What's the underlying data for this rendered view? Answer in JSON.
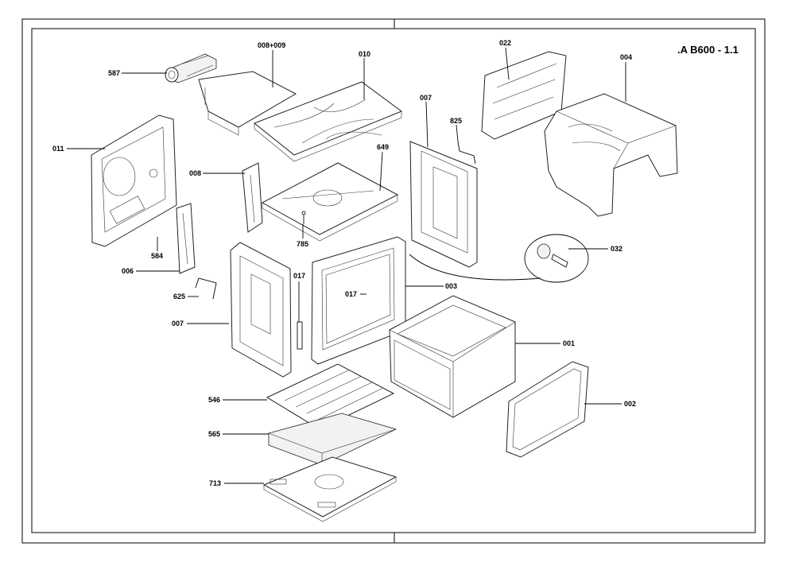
{
  "sheet_title": ".A B600 - 1.1",
  "callouts": {
    "c587": "587",
    "c008_009": "008+009",
    "c010": "010",
    "c022": "022",
    "c004": "004",
    "c011": "011",
    "c007_right": "007",
    "c825_top": "825",
    "c008": "008",
    "c649": "649",
    "c785": "785",
    "c584": "584",
    "c006": "006",
    "c032": "032",
    "c017_a": "017",
    "c017_b": "017",
    "c003": "003",
    "c625": "625",
    "c007_left": "007",
    "c001": "001",
    "c546": "546",
    "c002": "002",
    "c565": "565",
    "c713": "713"
  }
}
